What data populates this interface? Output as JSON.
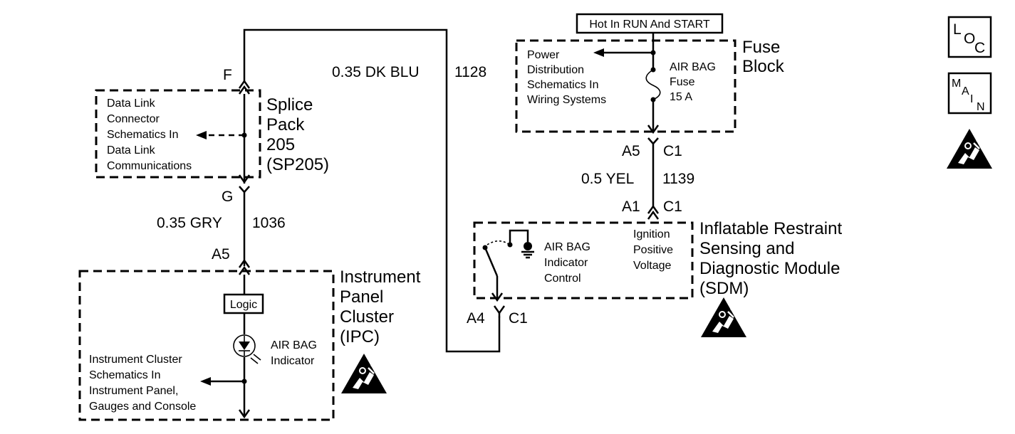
{
  "colors": {
    "ink": "#000000",
    "background": "#ffffff"
  },
  "power": {
    "hot_label": "Hot In RUN And START"
  },
  "fuse_block": {
    "title_lines": [
      "Fuse",
      "Block"
    ],
    "power_ref_lines": [
      "Power",
      "Distribution",
      "Schematics In",
      "Wiring Systems"
    ],
    "fuse_lines": [
      "AIR BAG",
      "Fuse",
      "15 A"
    ]
  },
  "sdm_top_connector": {
    "pin": "A5",
    "connector": "C1"
  },
  "wire_1139": {
    "gauge_color": "0.5 YEL",
    "circuit": "1139"
  },
  "sdm_pin_a1": {
    "pin": "A1",
    "connector": "C1"
  },
  "sdm": {
    "title_lines": [
      "Inflatable Restraint",
      "Sensing and",
      "Diagnostic Module",
      "(SDM)"
    ],
    "indicator_control_lines": [
      "AIR BAG",
      "Indicator",
      "Control"
    ],
    "ignition_lines": [
      "Ignition",
      "Positive",
      "Voltage"
    ]
  },
  "sdm_pin_a4": {
    "pin": "A4",
    "connector": "C1"
  },
  "wire_1128": {
    "gauge_color": "0.35 DK BLU",
    "circuit": "1128"
  },
  "splice_pack": {
    "pin_top": "F",
    "pin_bottom": "G",
    "title_lines": [
      "Splice",
      "Pack",
      "205",
      "(SP205)"
    ],
    "dlc_ref_lines": [
      "Data Link",
      "Connector",
      "Schematics In",
      "Data Link",
      "Communications"
    ]
  },
  "wire_1036": {
    "gauge_color": "0.35 GRY",
    "circuit": "1036"
  },
  "ipc": {
    "pin": "A5",
    "title_lines": [
      "Instrument",
      "Panel",
      "Cluster",
      "(IPC)"
    ],
    "logic_label": "Logic",
    "indicator_lines": [
      "AIR BAG",
      "Indicator"
    ],
    "ref_lines": [
      "Instrument Cluster",
      "Schematics In",
      "Instrument Panel,",
      "Gauges and Console"
    ]
  },
  "nav": {
    "loc_letters": [
      "L",
      "O",
      "C"
    ],
    "main_letters": [
      "M",
      "A",
      "I",
      "N"
    ],
    "esd_icon": "esd-warning-icon"
  }
}
